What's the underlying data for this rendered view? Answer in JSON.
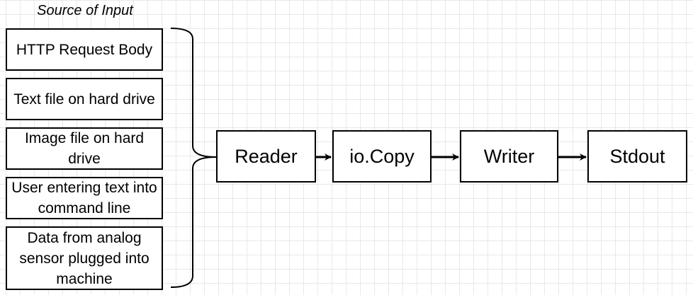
{
  "heading": "Source of Input",
  "sources": [
    {
      "label": "HTTP Request Body"
    },
    {
      "label": "Text file on hard drive"
    },
    {
      "label": "Image file on hard drive"
    },
    {
      "label": "User entering text into command line"
    },
    {
      "label": "Data from analog sensor plugged into machine"
    }
  ],
  "flow": [
    {
      "label": "Reader"
    },
    {
      "label": "io.Copy"
    },
    {
      "label": "Writer"
    },
    {
      "label": "Stdout"
    }
  ]
}
